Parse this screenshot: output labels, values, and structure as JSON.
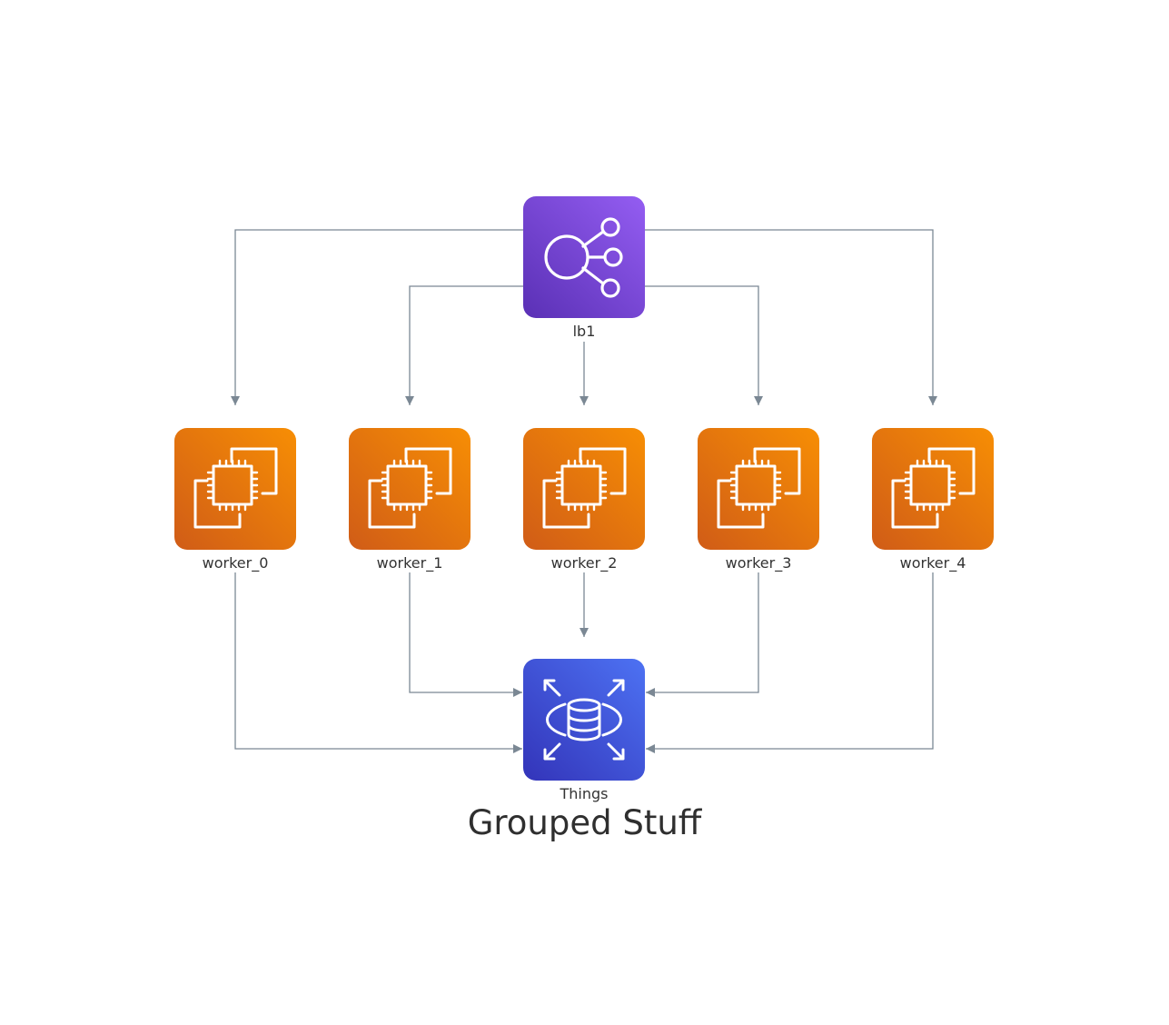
{
  "diagram": {
    "title": "Grouped Stuff",
    "nodes": {
      "lb1": {
        "label": "lb1",
        "icon": "load-balancer-icon",
        "color_from": "#945df2",
        "color_to": "#5a30b5"
      },
      "worker_0": {
        "label": "worker_0",
        "icon": "ec2-instances-icon",
        "color_from": "#f78e04",
        "color_to": "#d05c17"
      },
      "worker_1": {
        "label": "worker_1",
        "icon": "ec2-instances-icon",
        "color_from": "#f78e04",
        "color_to": "#d05c17"
      },
      "worker_2": {
        "label": "worker_2",
        "icon": "ec2-instances-icon",
        "color_from": "#f78e04",
        "color_to": "#d05c17"
      },
      "worker_3": {
        "label": "worker_3",
        "icon": "ec2-instances-icon",
        "color_from": "#f78e04",
        "color_to": "#d05c17"
      },
      "worker_4": {
        "label": "worker_4",
        "icon": "ec2-instances-icon",
        "color_from": "#f78e04",
        "color_to": "#d05c17"
      },
      "things": {
        "label": "Things",
        "icon": "rds-database-icon",
        "color_from": "#4d72f3",
        "color_to": "#3334b9"
      }
    },
    "edges": [
      {
        "from": "lb1",
        "to": "worker_0"
      },
      {
        "from": "lb1",
        "to": "worker_1"
      },
      {
        "from": "lb1",
        "to": "worker_2"
      },
      {
        "from": "lb1",
        "to": "worker_3"
      },
      {
        "from": "lb1",
        "to": "worker_4"
      },
      {
        "from": "worker_0",
        "to": "things"
      },
      {
        "from": "worker_1",
        "to": "things"
      },
      {
        "from": "worker_2",
        "to": "things"
      },
      {
        "from": "worker_3",
        "to": "things"
      },
      {
        "from": "worker_4",
        "to": "things"
      }
    ],
    "edge_color": "#7b8894"
  }
}
